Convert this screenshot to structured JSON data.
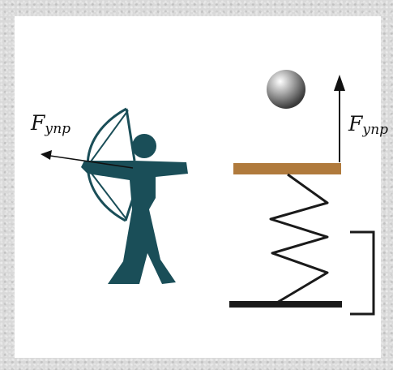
{
  "labels": {
    "left_force": {
      "main": "F",
      "sub": "упр"
    },
    "right_force": {
      "main": "F",
      "sub": "упр"
    }
  },
  "colors": {
    "archer": "#1a4e58",
    "board": "#b07a3c",
    "base": "#1a1a1a",
    "spring": "#1a1a1a",
    "arrow": "#111111"
  }
}
